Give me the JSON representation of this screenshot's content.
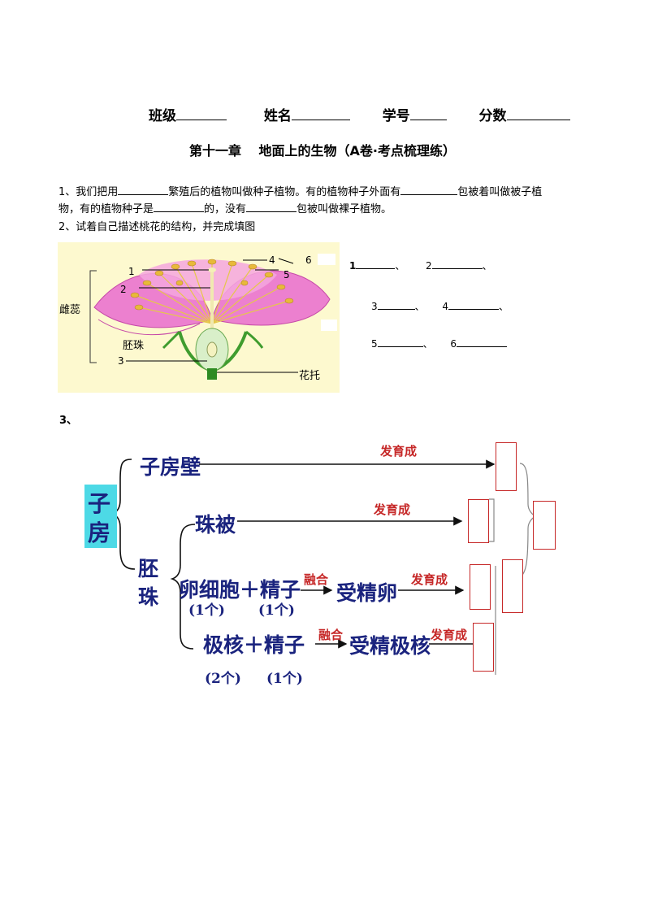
{
  "header": {
    "class_label": "班级",
    "name_label": "姓名",
    "id_label": "学号",
    "score_label": "分数"
  },
  "title": "第十一章　 地面上的生物（A卷·考点梳理练）",
  "q1": {
    "line1_a": "1、我们把用",
    "line1_b": "繁殖后的植物叫做种子植物。有的植物种子外面有",
    "line1_c": "包被着叫做被子植",
    "line2_a": "物，有的植物种子是",
    "line2_b": "的，没有",
    "line2_c": "包被叫做裸子植物。"
  },
  "q2": {
    "text": "2、试着自己描述桃花的结构，并完成填图",
    "labels": {
      "n1": "1",
      "n2": "2",
      "n3": "3",
      "n4": "4",
      "n5": "5",
      "n6": "6",
      "pistil": "雌蕊",
      "ovule": "胚珠",
      "receptacle": "花托"
    },
    "answers": [
      {
        "num": "1",
        "sep": "、"
      },
      {
        "num": "2",
        "sep": "、"
      },
      {
        "num": "3",
        "sep": "、"
      },
      {
        "num": "4",
        "sep": "、"
      },
      {
        "num": "5",
        "sep": "、"
      },
      {
        "num": "6",
        "sep": ""
      }
    ]
  },
  "q3": {
    "label": "3、",
    "ovary": "子\n房",
    "ovary_top": "子",
    "ovary_bottom": "房",
    "ovary_wall": "子房壁",
    "ovule_top": "胚",
    "ovule_bottom": "珠",
    "integument": "珠被",
    "egg_cell": "卵细胞＋精子",
    "egg_count": "(1个)",
    "sperm_count1": "(1个)",
    "fusion1": "融合",
    "zygote": "受精卵",
    "polar_nuclei": "极核＋精子",
    "polar_count": "(2个)",
    "sperm_count2": "(1个)",
    "fusion2": "融合",
    "fertilized_polar": "受精极核",
    "develop": "发育成",
    "colors": {
      "ovary_bg": "#4dd9e6",
      "blue_text": "#1a237e",
      "red_text": "#c62828"
    }
  }
}
